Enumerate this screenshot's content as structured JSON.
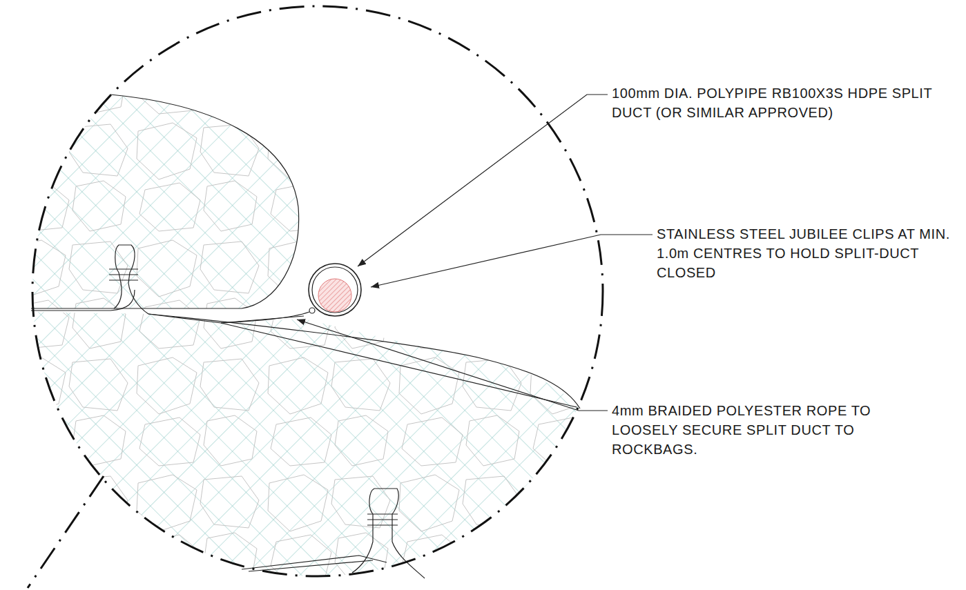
{
  "diagram": {
    "labels": [
      "100mm DIA. POLYPIPE RB100X3S HDPE SPLIT DUCT (OR SIMILAR APPROVED)",
      "STAINLESS STEEL JUBILEE CLIPS AT MIN. 1.0m CENTRES TO HOLD SPLIT-DUCT CLOSED",
      "4mm BRAIDED POLYESTER ROPE TO LOOSELY SECURE SPLIT DUCT TO ROCKBAGS."
    ]
  }
}
